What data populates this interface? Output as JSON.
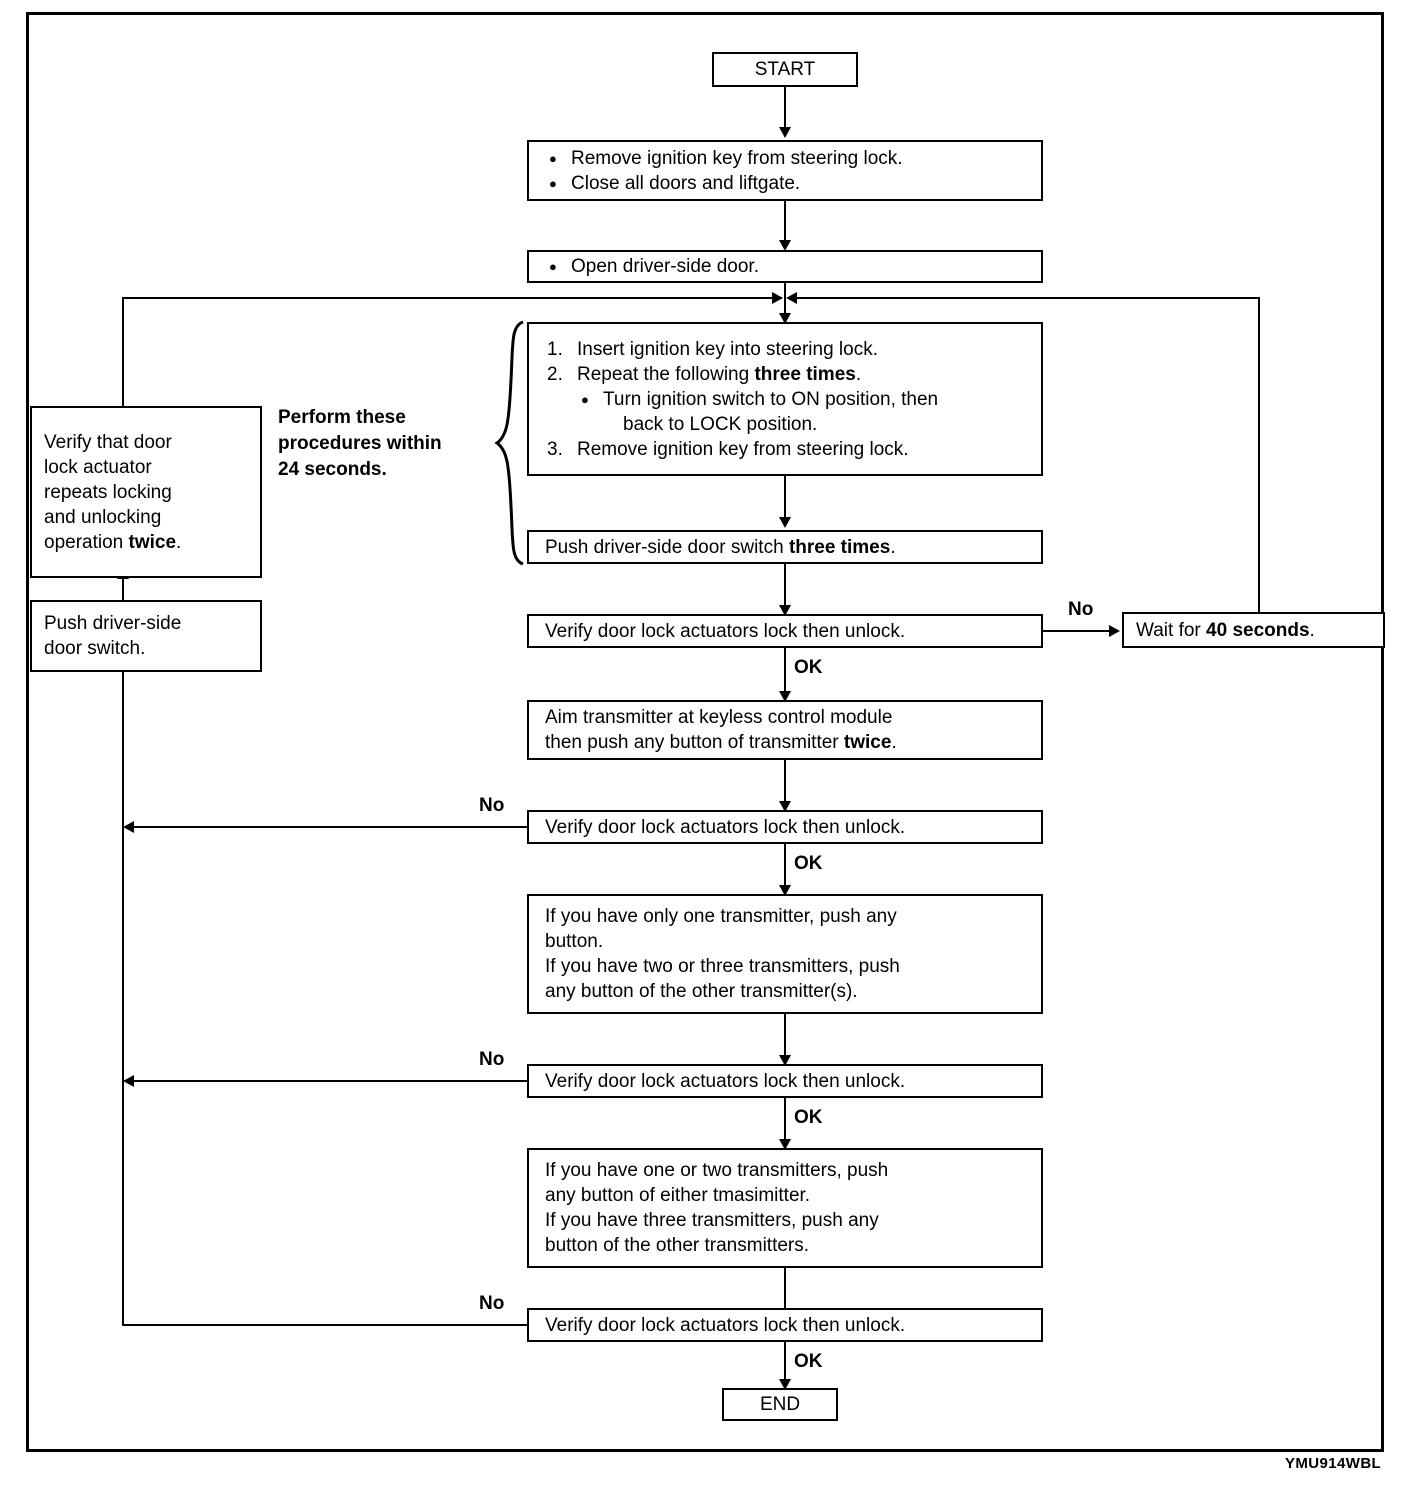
{
  "figure": {
    "id_code": "YMU914WBL",
    "note_timing": [
      "Perform these",
      "procedures within",
      "24 seconds."
    ]
  },
  "nodes": {
    "start": {
      "label": "START"
    },
    "prep": {
      "bullets": [
        "Remove ignition key from steering lock.",
        "Close all doors and liftgate."
      ]
    },
    "open_door": {
      "bullets": [
        "Open driver-side door."
      ]
    },
    "key_cycle": {
      "steps": [
        {
          "num": "1.",
          "text": "Insert ignition key into steering lock."
        },
        {
          "num": "2.",
          "text_pre": "Repeat the following ",
          "text_bold": "three times",
          "text_post": "."
        },
        {
          "sub": "Turn ignition switch to ON position, then",
          "sub_cont": "back to LOCK position."
        },
        {
          "num": "3.",
          "text": "Remove ignition key from steering lock."
        }
      ]
    },
    "push_switch_three": {
      "text_pre": "Push driver-side door switch ",
      "text_bold": "three times",
      "text_post": "."
    },
    "verify_1": {
      "label": "Verify door lock actuators lock then unlock."
    },
    "wait_40": {
      "text_pre": "Wait for ",
      "text_bold": "40 seconds",
      "text_post": "."
    },
    "aim_transmitter": {
      "line1": "Aim transmitter at keyless control module",
      "line2_pre": "then push any button of transmitter ",
      "line2_bold": "twice",
      "line2_post": "."
    },
    "verify_2": {
      "label": "Verify door lock actuators lock then unlock."
    },
    "transmitter_choice_1": {
      "lines": [
        "If you have only one transmitter, push any",
        "button.",
        "If you have two or three transmitters, push",
        "any button of the other transmitter(s)."
      ]
    },
    "verify_3": {
      "label": "Verify door lock actuators lock then unlock."
    },
    "transmitter_choice_2": {
      "lines": [
        "If you have one or two transmitters, push",
        "any button of either tmasimitter.",
        "If you have three transmitters, push any",
        "button of the other transmitters."
      ]
    },
    "verify_4": {
      "label": "Verify door lock actuators lock then unlock."
    },
    "end": {
      "label": "END"
    },
    "verify_repeat": {
      "lines": [
        "Verify that door",
        "lock actuator",
        "repeats locking",
        "and unlocking"
      ],
      "last_pre": "operation ",
      "last_bold": "twice",
      "last_post": "."
    },
    "push_switch": {
      "lines": [
        "Push driver-side",
        "door switch."
      ]
    }
  },
  "edges": {
    "no_1": "No",
    "ok_1": "OK",
    "no_2": "No",
    "ok_2": "OK",
    "no_3": "No",
    "ok_3": "OK",
    "no_4": "No",
    "ok_4": "OK"
  }
}
